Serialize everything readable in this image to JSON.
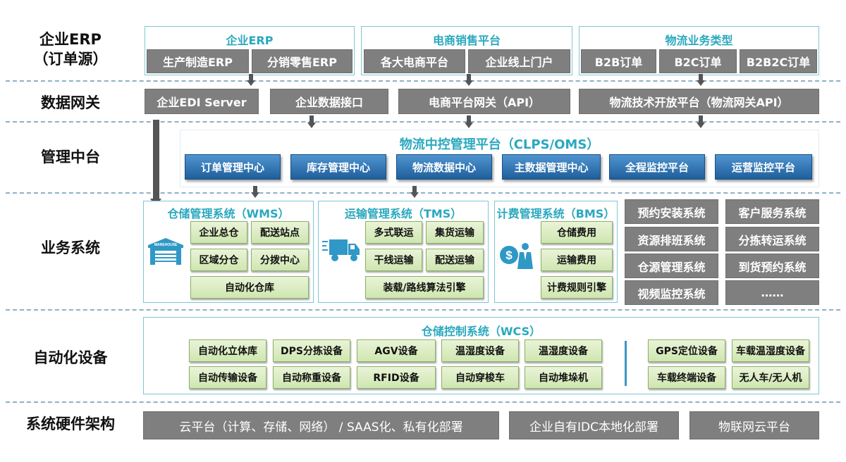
{
  "rows": {
    "erp": "企业ERP",
    "erp_sub": "（订单源）",
    "gateway": "数据网关",
    "middle": "管理中台",
    "business": "业务系统",
    "automation": "自动化设备",
    "hardware": "系统硬件架构"
  },
  "erp_panels": [
    {
      "title": "企业ERP",
      "items": [
        "生产制造ERP",
        "分销零售ERP"
      ]
    },
    {
      "title": "电商销售平台",
      "items": [
        "各大电商平台",
        "企业线上门户"
      ]
    },
    {
      "title": "物流业务类型",
      "items": [
        "B2B订单",
        "B2C订单",
        "B2B2C订单"
      ]
    }
  ],
  "gateway_items": [
    "企业EDI Server",
    "企业数据接口",
    "电商平台网关（API）",
    "物流技术开放平台（物流网关API）"
  ],
  "middle": {
    "title": "物流中控管理平台（CLPS/OMS）",
    "items": [
      "订单管理中心",
      "库存管理中心",
      "物流数据中心",
      "主数据管理中心",
      "全程监控平台",
      "运营监控平台"
    ]
  },
  "wms": {
    "title": "仓储管理系统（WMS）",
    "icon_text": "WAREHOUSE",
    "items": [
      "企业总仓",
      "配送站点",
      "区域分仓",
      "分拨中心",
      "自动化仓库"
    ]
  },
  "tms": {
    "title": "运输管理系统（TMS）",
    "items": [
      "多式联运",
      "集货运输",
      "干线运输",
      "配送运输",
      "装载/路线算法引擎"
    ]
  },
  "bms": {
    "title": "计费管理系统（BMS）",
    "items": [
      "仓储费用",
      "运输费用",
      "计费规则引擎"
    ]
  },
  "other_systems": [
    "预约安装系统",
    "客户服务系统",
    "资源排班系统",
    "分拣转运系统",
    "仓源管理系统",
    "到货预约系统",
    "视频监控系统",
    "……"
  ],
  "wcs": {
    "title": "仓储控制系统（WCS）",
    "row1": [
      "自动化立体库",
      "DPS分拣设备",
      "AGV设备",
      "温湿度设备",
      "温湿度设备"
    ],
    "row2": [
      "自动传输设备",
      "自动称重设备",
      "RFID设备",
      "自动穿梭车",
      "自动堆垛机"
    ],
    "right1": [
      "GPS定位设备",
      "车载温湿度设备"
    ],
    "right2": [
      "车载终端设备",
      "无人车/无人机"
    ]
  },
  "hardware": [
    "云平台（计算、存储、网络） / SAAS化、私有化部署",
    "企业自有IDC本地化部署",
    "物联网云平台"
  ],
  "colors": {
    "accent": "#2aa8bf",
    "gray_box": "#7f7f7f",
    "blue_box": "#2f73b5",
    "green_box": "#d9ecc2",
    "dash": "#8fb0c8"
  }
}
